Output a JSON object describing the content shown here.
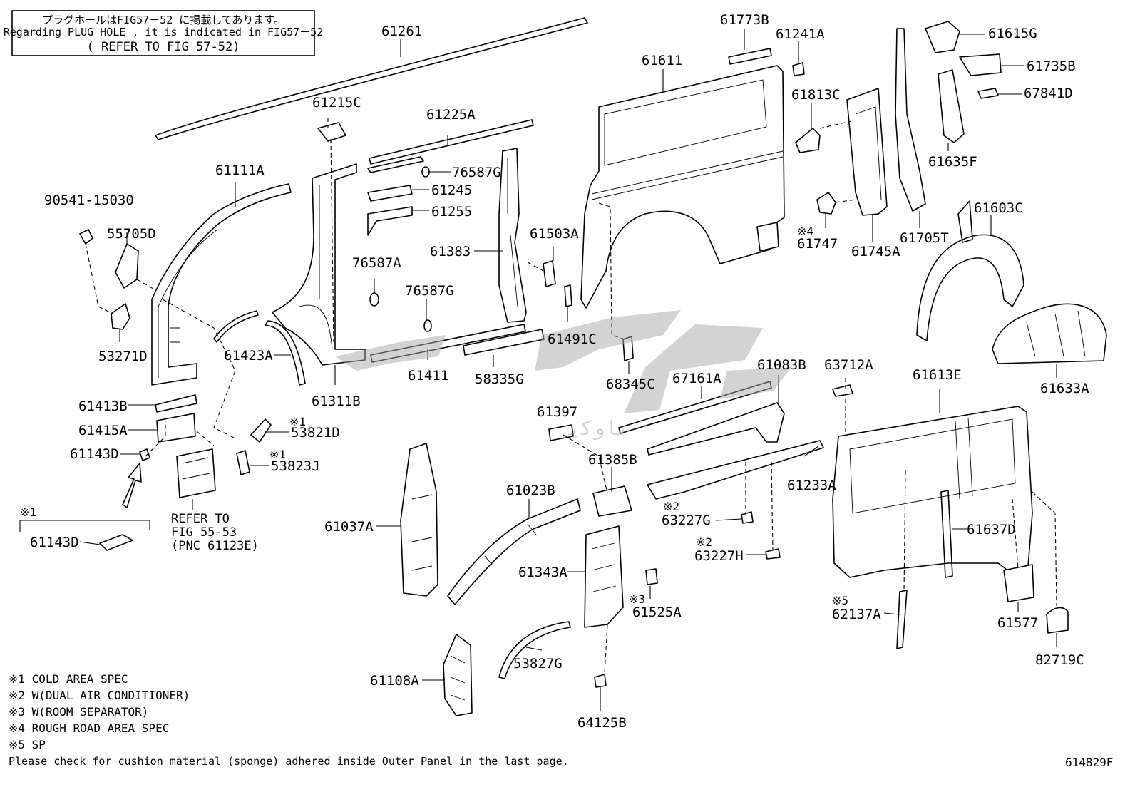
{
  "note_box": {
    "line1": "プラグホールはFIG57－52 に掲載してあります。",
    "line2": "Regarding PLUG HOLE , it is indicated in FIG57－52",
    "line3": "( REFER TO FIG 57-52)"
  },
  "parts": [
    {
      "id": "p_61261",
      "label": "61261"
    },
    {
      "id": "p_61215C",
      "label": "61215C"
    },
    {
      "id": "p_61225A",
      "label": "61225A"
    },
    {
      "id": "p_76587G_a",
      "label": "76587G"
    },
    {
      "id": "p_61245",
      "label": "61245"
    },
    {
      "id": "p_61255",
      "label": "61255"
    },
    {
      "id": "p_61111A",
      "label": "61111A"
    },
    {
      "id": "p_90541",
      "label": "90541-15030"
    },
    {
      "id": "p_55705D",
      "label": "55705D"
    },
    {
      "id": "p_53271D",
      "label": "53271D"
    },
    {
      "id": "p_61383",
      "label": "61383"
    },
    {
      "id": "p_76587A",
      "label": "76587A"
    },
    {
      "id": "p_76587G_b",
      "label": "76587G"
    },
    {
      "id": "p_61503A",
      "label": "61503A"
    },
    {
      "id": "p_61491C",
      "label": "61491C"
    },
    {
      "id": "p_61423A",
      "label": "61423A"
    },
    {
      "id": "p_61311B",
      "label": "61311B"
    },
    {
      "id": "p_61411",
      "label": "61411"
    },
    {
      "id": "p_58335G",
      "label": "58335G"
    },
    {
      "id": "p_61773B",
      "label": "61773B"
    },
    {
      "id": "p_61241A",
      "label": "61241A"
    },
    {
      "id": "p_61611",
      "label": "61611"
    },
    {
      "id": "p_61813C",
      "label": "61813C"
    },
    {
      "id": "p_61747",
      "label": "61747"
    },
    {
      "id": "p_61745A",
      "label": "61745A"
    },
    {
      "id": "p_61705T",
      "label": "61705T"
    },
    {
      "id": "p_61615G",
      "label": "61615G"
    },
    {
      "id": "p_61735B",
      "label": "61735B"
    },
    {
      "id": "p_67841D",
      "label": "67841D"
    },
    {
      "id": "p_61635F",
      "label": "61635F"
    },
    {
      "id": "p_61603C",
      "label": "61603C"
    },
    {
      "id": "p_61633A",
      "label": "61633A"
    },
    {
      "id": "p_68345C",
      "label": "68345C"
    },
    {
      "id": "p_67161A",
      "label": "67161A"
    },
    {
      "id": "p_61083B",
      "label": "61083B"
    },
    {
      "id": "p_63712A",
      "label": "63712A"
    },
    {
      "id": "p_61613E",
      "label": "61613E"
    },
    {
      "id": "p_61413B",
      "label": "61413B"
    },
    {
      "id": "p_61415A",
      "label": "61415A"
    },
    {
      "id": "p_61143D_a",
      "label": "61143D"
    },
    {
      "id": "p_53821D",
      "label": "53821D"
    },
    {
      "id": "p_53823J",
      "label": "53823J"
    },
    {
      "id": "p_61397",
      "label": "61397"
    },
    {
      "id": "p_61385B",
      "label": "61385B"
    },
    {
      "id": "p_61233A",
      "label": "61233A"
    },
    {
      "id": "p_63227G",
      "label": "63227G"
    },
    {
      "id": "p_63227H",
      "label": "63227H"
    },
    {
      "id": "p_61637D",
      "label": "61637D"
    },
    {
      "id": "p_61023B",
      "label": "61023B"
    },
    {
      "id": "p_61037A",
      "label": "61037A"
    },
    {
      "id": "p_61343A",
      "label": "61343A"
    },
    {
      "id": "p_61525A",
      "label": "61525A"
    },
    {
      "id": "p_62137A",
      "label": "62137A"
    },
    {
      "id": "p_61577",
      "label": "61577"
    },
    {
      "id": "p_82719C",
      "label": "82719C"
    },
    {
      "id": "p_53827G",
      "label": "53827G"
    },
    {
      "id": "p_61108A",
      "label": "61108A"
    },
    {
      "id": "p_64125B",
      "label": "64125B"
    },
    {
      "id": "p_61143D_b",
      "label": "61143D"
    }
  ],
  "marks": {
    "m1_53821D": "※1",
    "m1_53823J": "※1",
    "m1_61143D": "※1",
    "m2_63227G": "※2",
    "m2_63227H": "※2",
    "m3_61525A": "※3",
    "m4_61747": "※4",
    "m5_62137A": "※5"
  },
  "refer_box": {
    "line1": "REFER TO",
    "line2": "FIG 55-53",
    "line3": "(PNC 61123E)"
  },
  "legend": [
    "※1 COLD AREA SPEC",
    "※2 W(DUAL AIR CONDITIONER)",
    "※3 W(ROOM SEPARATOR)",
    "※4 ROUGH ROAD AREA SPEC",
    "※5 SP"
  ],
  "footer_note": "Please check for cushion material (sponge) adhered inside Outer Panel in the last page.",
  "figure_code": "614829F",
  "watermark_text": "ﺗﺎﻭﻛﻳ",
  "colors": {
    "ink": "#000000",
    "watermark": "#a8a8a8",
    "paper": "#ffffff"
  }
}
